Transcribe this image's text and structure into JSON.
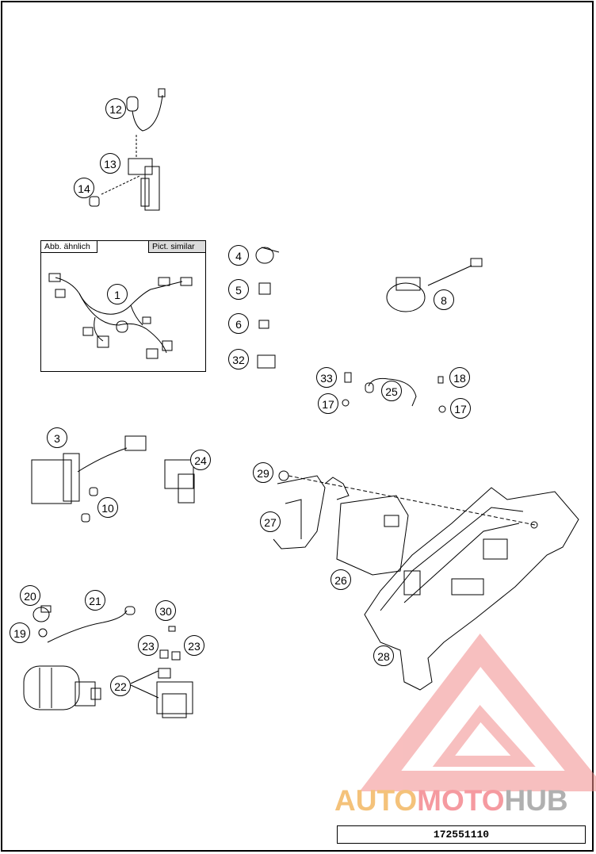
{
  "diagram": {
    "part_number": "172551110",
    "inset": {
      "label_left": "Abb. ähnlich",
      "label_right": "Pict. similar"
    },
    "watermark": {
      "part1": "AUTO",
      "part2": "MOTO",
      "part3": "HUB"
    },
    "callouts": [
      "1",
      "3",
      "4",
      "5",
      "6",
      "8",
      "10",
      "12",
      "13",
      "14",
      "17",
      "17",
      "18",
      "19",
      "20",
      "21",
      "22",
      "23",
      "23",
      "24",
      "25",
      "26",
      "27",
      "28",
      "29",
      "30",
      "32",
      "33"
    ],
    "colors": {
      "line": "#000000",
      "watermark_red": "#f28b8b",
      "watermark_orange": "#f4c27a",
      "watermark_grey": "#b0b0b0"
    }
  }
}
